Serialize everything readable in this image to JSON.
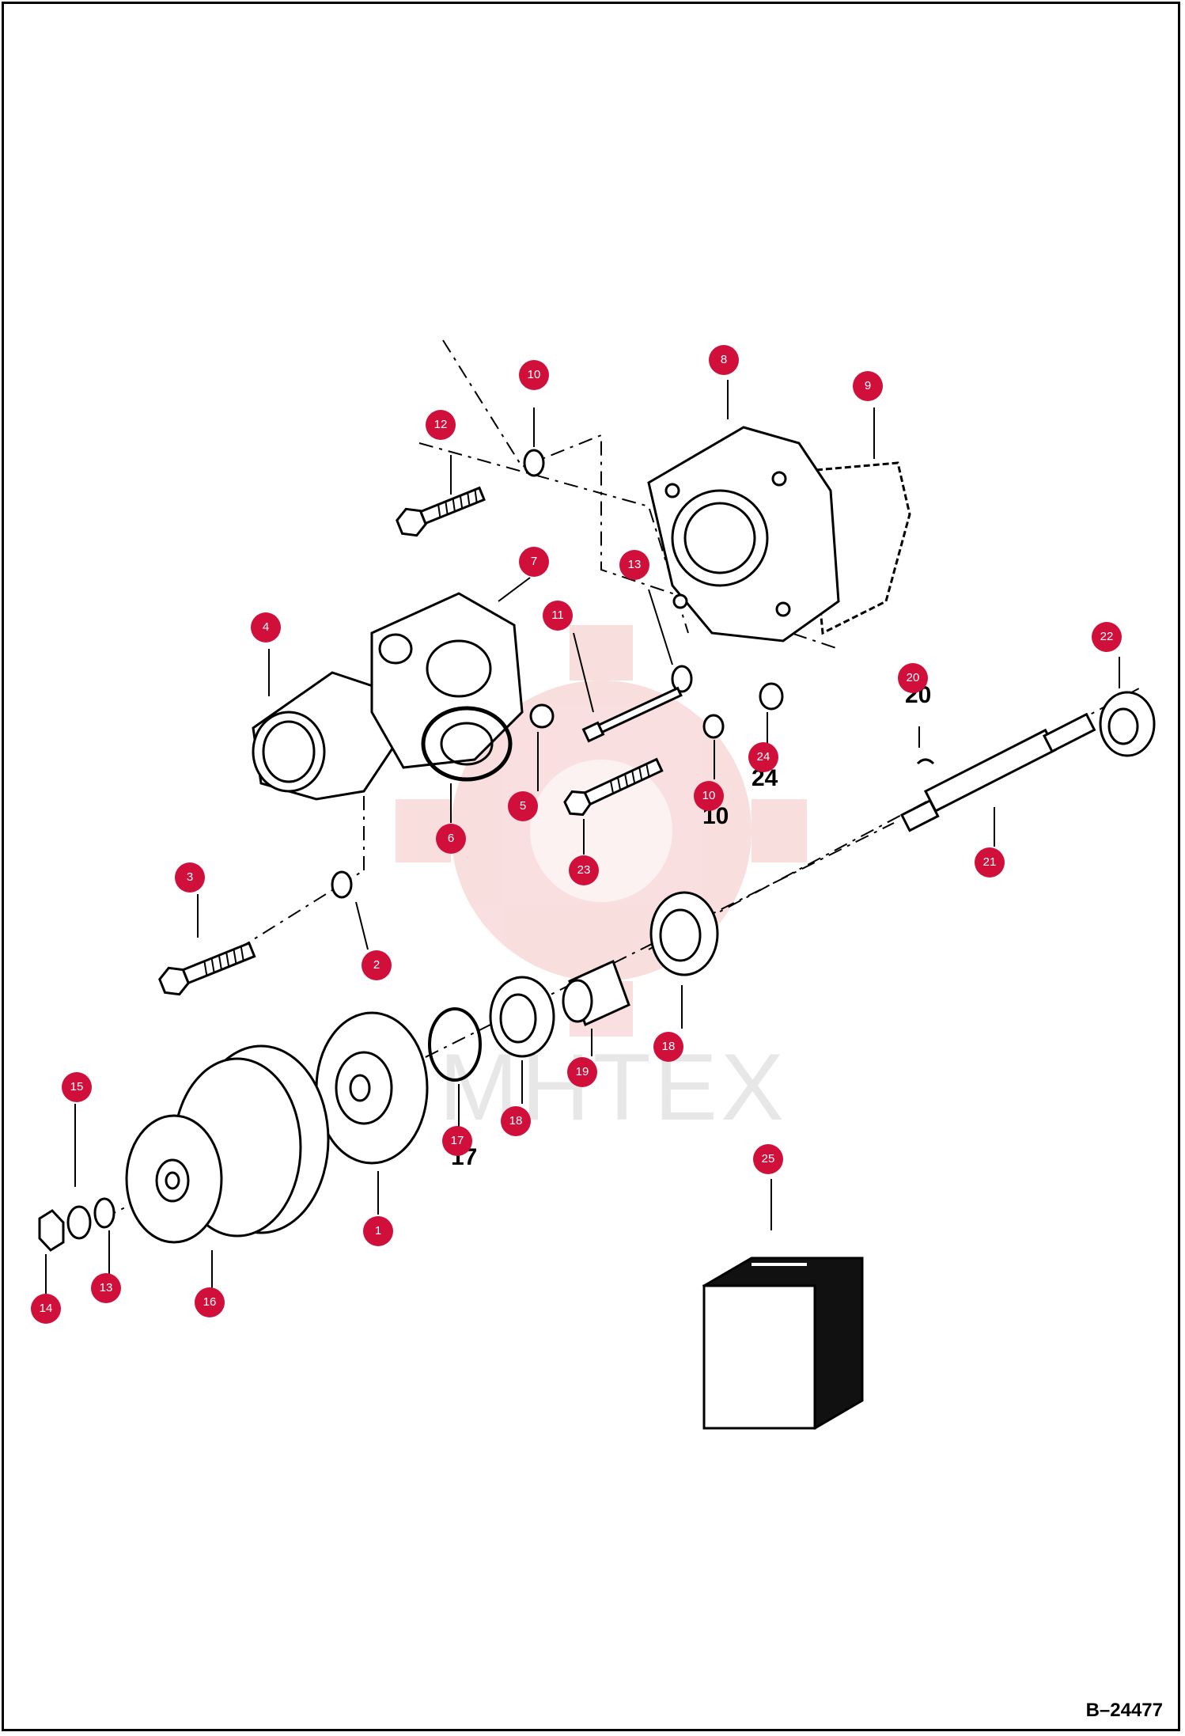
{
  "figure_number": "B–24477",
  "watermark": "МНТЕХ",
  "colors": {
    "callout": "#d0103a",
    "line": "#000000",
    "watermark": "#e05050"
  },
  "callouts": [
    {
      "label": "10",
      "name": "callout-10-top"
    },
    {
      "label": "8",
      "name": "callout-8"
    },
    {
      "label": "9",
      "name": "callout-9"
    },
    {
      "label": "12",
      "name": "callout-12"
    },
    {
      "label": "7",
      "name": "callout-7"
    },
    {
      "label": "13",
      "name": "callout-13-top"
    },
    {
      "label": "4",
      "name": "callout-4"
    },
    {
      "label": "11",
      "name": "callout-11"
    },
    {
      "label": "22",
      "name": "callout-22"
    },
    {
      "label": "20",
      "name": "callout-20"
    },
    {
      "label": "24",
      "name": "callout-24"
    },
    {
      "label": "5",
      "name": "callout-5"
    },
    {
      "label": "10",
      "name": "callout-10-mid"
    },
    {
      "label": "6",
      "name": "callout-6"
    },
    {
      "label": "23",
      "name": "callout-23"
    },
    {
      "label": "21",
      "name": "callout-21"
    },
    {
      "label": "3",
      "name": "callout-3"
    },
    {
      "label": "2",
      "name": "callout-2"
    },
    {
      "label": "18",
      "name": "callout-18-right"
    },
    {
      "label": "19",
      "name": "callout-19"
    },
    {
      "label": "15",
      "name": "callout-15"
    },
    {
      "label": "17",
      "name": "callout-17"
    },
    {
      "label": "18",
      "name": "callout-18-left"
    },
    {
      "label": "25",
      "name": "callout-25"
    },
    {
      "label": "1",
      "name": "callout-1"
    },
    {
      "label": "13",
      "name": "callout-13-bottom"
    },
    {
      "label": "16",
      "name": "callout-16"
    },
    {
      "label": "14",
      "name": "callout-14"
    }
  ],
  "printed_refs": [
    {
      "label": "20",
      "name": "ref-20"
    },
    {
      "label": "24",
      "name": "ref-24"
    },
    {
      "label": "10",
      "name": "ref-10"
    },
    {
      "label": "17",
      "name": "ref-17"
    }
  ]
}
